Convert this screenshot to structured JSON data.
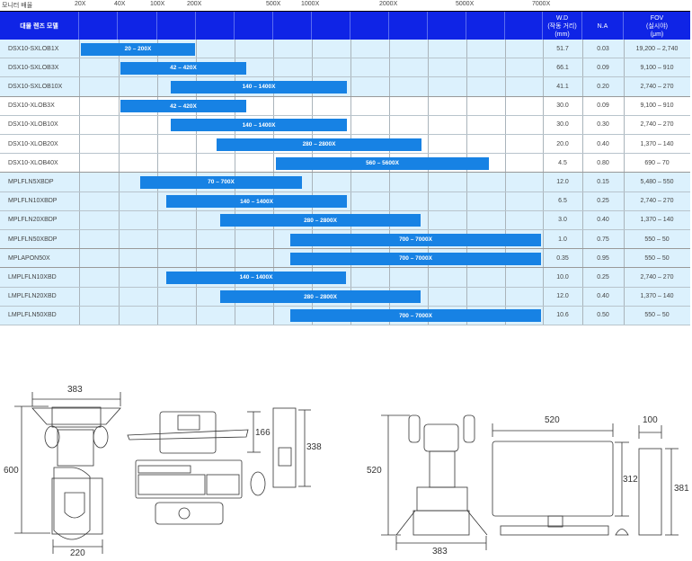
{
  "top_labels": {
    "monitor_mag": "모니터 배율",
    "ticks": [
      "20X",
      "40X",
      "100X",
      "200X",
      "500X",
      "1000X",
      "2000X",
      "5000X",
      "7000X"
    ]
  },
  "header": {
    "model": "대물 렌즈 모델",
    "wd": "W.D\n(작동 거리)\n(mm)",
    "na": "N.A",
    "fov": "FOV\n(실시야)\n(μm)"
  },
  "rows": [
    {
      "model": "DSX10-SXLOB1X",
      "range": "20 – 200X",
      "wd": "51.7",
      "na": "0.03",
      "fov": "19,200 – 2,740"
    },
    {
      "model": "DSX10-SXLOB3X",
      "range": "42 – 420X",
      "wd": "66.1",
      "na": "0.09",
      "fov": "9,100 – 910"
    },
    {
      "model": "DSX10-SXLOB10X",
      "range": "140 – 1400X",
      "wd": "41.1",
      "na": "0.20",
      "fov": "2,740 – 270"
    },
    {
      "model": "DSX10-XLOB3X",
      "range": "42 – 420X",
      "wd": "30.0",
      "na": "0.09",
      "fov": "9,100 – 910"
    },
    {
      "model": "DSX10-XLOB10X",
      "range": "140 – 1400X",
      "wd": "30.0",
      "na": "0.30",
      "fov": "2,740 – 270"
    },
    {
      "model": "DSX10-XLOB20X",
      "range": "280 – 2800X",
      "wd": "20.0",
      "na": "0.40",
      "fov": "1,370 – 140"
    },
    {
      "model": "DSX10-XLOB40X",
      "range": "560 – 5600X",
      "wd": "4.5",
      "na": "0.80",
      "fov": "690 – 70"
    },
    {
      "model": "MPLFLN5XBDP",
      "range": "70 – 700X",
      "wd": "12.0",
      "na": "0.15",
      "fov": "5,480 – 550"
    },
    {
      "model": "MPLFLN10XBDP",
      "range": "140 – 1400X",
      "wd": "6.5",
      "na": "0.25",
      "fov": "2,740 – 270"
    },
    {
      "model": "MPLFLN20XBDP",
      "range": "280 – 2800X",
      "wd": "3.0",
      "na": "0.40",
      "fov": "1,370 – 140"
    },
    {
      "model": "MPLFLN50XBDP",
      "range": "700 – 7000X",
      "wd": "1.0",
      "na": "0.75",
      "fov": "550 – 50"
    },
    {
      "model": "MPLAPON50X",
      "range": "700 – 7000X",
      "wd": "0.35",
      "na": "0.95",
      "fov": "550 – 50"
    },
    {
      "model": "LMPLFLN10XBD",
      "range": "140 – 1400X",
      "wd": "10.0",
      "na": "0.25",
      "fov": "2,740 – 270"
    },
    {
      "model": "LMPLFLN20XBD",
      "range": "280 – 2800X",
      "wd": "12.0",
      "na": "0.40",
      "fov": "1,370 – 140"
    },
    {
      "model": "LMPLFLN50XBD",
      "range": "700 – 7000X",
      "wd": "10.6",
      "na": "0.50",
      "fov": "550 – 50"
    }
  ],
  "dimensions": {
    "left": {
      "width_top": "383",
      "height": "600",
      "base": "220",
      "monitor_h": "166",
      "pc_h": "338"
    },
    "right": {
      "height": "520",
      "base": "383",
      "monitor_w": "520",
      "monitor_h": "312",
      "pc_w": "100",
      "pc_h": "381"
    }
  },
  "colors": {
    "header": "#0f24e6",
    "bar": "#1782e4",
    "row_tint": "#dcf1fd"
  }
}
